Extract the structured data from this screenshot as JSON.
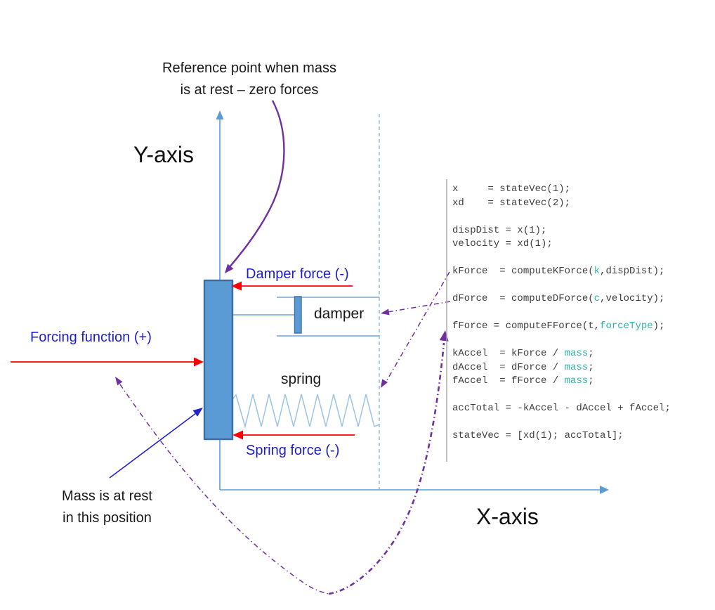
{
  "labels": {
    "y_axis": "Y-axis",
    "x_axis": "X-axis",
    "reference_note_line1": "Reference point when mass",
    "reference_note_line2": "is at rest – zero forces",
    "mass_note_line1": "Mass is at rest",
    "mass_note_line2": "in this position",
    "damper_force": "Damper force (-)",
    "spring_force": "Spring force (-)",
    "forcing_function": "Forcing function (+)",
    "damper": "damper",
    "spring": "spring"
  },
  "colors": {
    "axis": "#5B9BD5",
    "housing": "#6FA8DC",
    "dashed": "#7EB3DC",
    "spring": "#9DC3E6",
    "massfill": "#5B9BD5",
    "massborder": "#3F6C9E",
    "red": "#FF0000",
    "purple": "#7030A0",
    "arrowblue": "#2222CC",
    "labelblue": "#1D1DCE",
    "codetext": "#3F3F3F",
    "codeteal": "#2FB3A9",
    "divider": "#A6A6A6"
  },
  "code": {
    "lines": [
      [
        {
          "t": "x     = stateVec(1);",
          "c": "d"
        }
      ],
      [
        {
          "t": "xd    = stateVec(2);",
          "c": "d"
        }
      ],
      [],
      [
        {
          "t": "dispDist = x(1);",
          "c": "d"
        }
      ],
      [
        {
          "t": "velocity = xd(1);",
          "c": "d"
        }
      ],
      [],
      [
        {
          "t": "kForce  = computeKForce(",
          "c": "d"
        },
        {
          "t": "k",
          "c": "t"
        },
        {
          "t": ",dispDist);",
          "c": "d"
        }
      ],
      [],
      [
        {
          "t": "dForce  = computeDForce(",
          "c": "d"
        },
        {
          "t": "c",
          "c": "t"
        },
        {
          "t": ",velocity);",
          "c": "d"
        }
      ],
      [],
      [
        {
          "t": "fForce = computeFForce(t,",
          "c": "d"
        },
        {
          "t": "forceType",
          "c": "t"
        },
        {
          "t": ");",
          "c": "d"
        }
      ],
      [],
      [
        {
          "t": "kAccel  = kForce / ",
          "c": "d"
        },
        {
          "t": "mass",
          "c": "t"
        },
        {
          "t": ";",
          "c": "d"
        }
      ],
      [
        {
          "t": "dAccel  = dForce / ",
          "c": "d"
        },
        {
          "t": "mass",
          "c": "t"
        },
        {
          "t": ";",
          "c": "d"
        }
      ],
      [
        {
          "t": "fAccel  = fForce / ",
          "c": "d"
        },
        {
          "t": "mass",
          "c": "t"
        },
        {
          "t": ";",
          "c": "d"
        }
      ],
      [],
      [
        {
          "t": "accTotal = -kAccel - dAccel + fAccel;",
          "c": "d"
        }
      ],
      [],
      [
        {
          "t": "stateVec = [xd(1); accTotal];",
          "c": "d"
        }
      ]
    ]
  }
}
